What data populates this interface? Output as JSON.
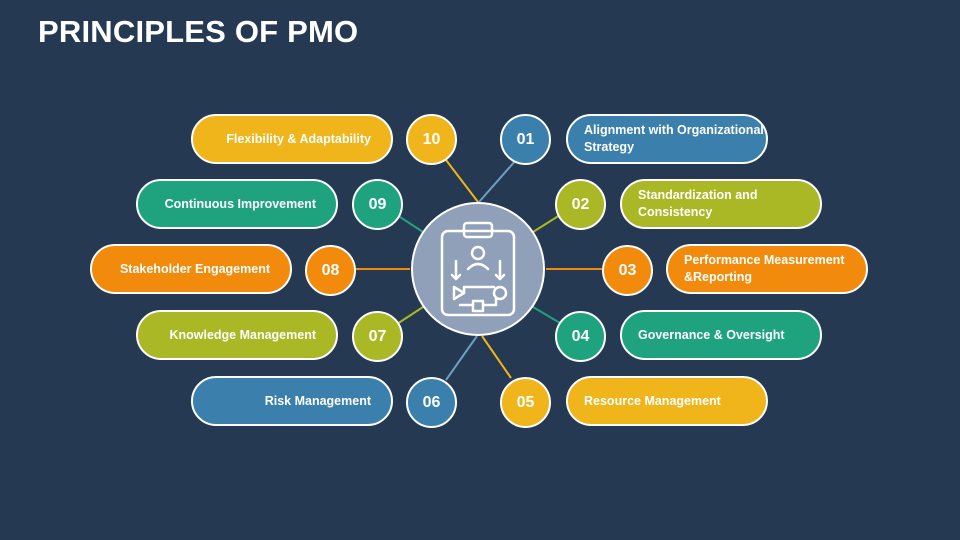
{
  "title": "PRINCIPLES OF PMO",
  "hub": {
    "icon": "clipboard-process-icon"
  },
  "colors": {
    "background": "#253952",
    "hub": "#8fa0b8",
    "yellow": "#f0b51a",
    "teal": "#1fa37e",
    "orange": "#f28b0c",
    "olive": "#a9b824",
    "blue": "#3b80ad",
    "connector_blue": "#6b9fc4"
  },
  "principles": [
    {
      "number": "01",
      "label": "Alignment with Organizational Strategy"
    },
    {
      "number": "02",
      "label": "Standardization and Consistency"
    },
    {
      "number": "03",
      "label": "Performance Measurement &Reporting"
    },
    {
      "number": "04",
      "label": "Governance & Oversight"
    },
    {
      "number": "05",
      "label": "Resource Management"
    },
    {
      "number": "06",
      "label": "Risk Management"
    },
    {
      "number": "07",
      "label": "Knowledge Management"
    },
    {
      "number": "08",
      "label": "Stakeholder Engagement"
    },
    {
      "number": "09",
      "label": "Continuous Improvement"
    },
    {
      "number": "10",
      "label": "Flexibility & Adaptability"
    }
  ]
}
